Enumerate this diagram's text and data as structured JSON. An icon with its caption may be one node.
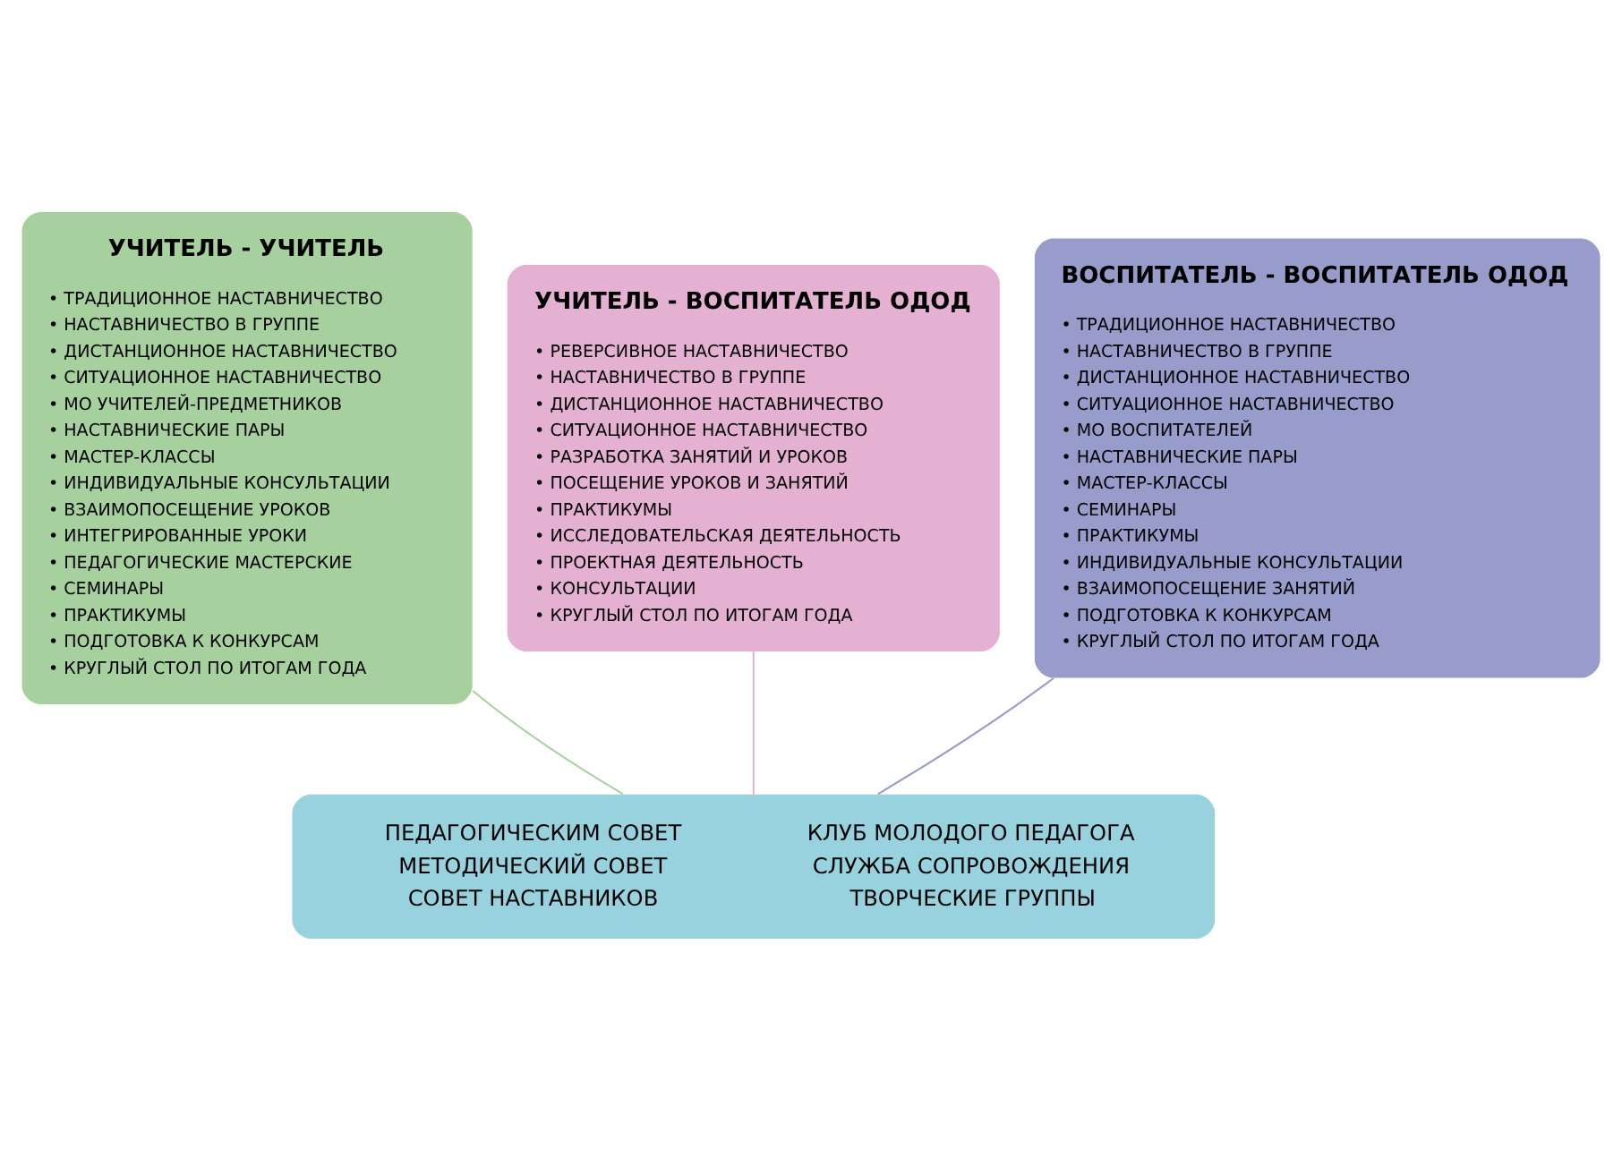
{
  "diagram": {
    "nodes": [
      {
        "text": [
          "УЧИТЕЛЬ - УЧИТЕЛЬ",
          "• ТРАДИЦИОННОЕ НАСТАВНИЧЕСТВО",
          "• НАСТАВНИЧЕСТВО В ГРУППЕ",
          "• ДИСТАНЦИОННОЕ НАСТАВНИЧЕСТВО",
          "• СИТУАЦИОННОЕ НАСТАВНИЧЕСТВО",
          "• МО УЧИТЕЛЕЙ-ПРЕДМЕТНИКОВ",
          "• НАСТАВНИЧЕСКИЕ ПАРЫ",
          "• МАСТЕР-КЛАССЫ",
          "• ИНДИВИДУАЛЬНЫЕ КОНСУЛЬТАЦИИ",
          "• ВЗАИМОПОСЕЩЕНИЕ УРОКОВ",
          "• ИНТЕГРИРОВАННЫЕ УРОКИ",
          "• ПЕДАГОГИЧЕСКИЕ МАСТЕРСКИЕ",
          "• СЕМИНАРЫ",
          "• ПРАКТИКУМЫ",
          "• ПОДГОТОВКА К КОНКУРСАМ",
          "• КРУГЛЫЙ СТОЛ ПО ИТОГАМ ГОДА"
        ]
      },
      {
        "text": [
          "УЧИТЕЛЬ - ВОСПИТАТЕЛЬ ОДОД",
          "• РЕВЕРСИВНОЕ НАСТАВНИЧЕСТВО",
          "• НАСТАВНИЧЕСТВО В ГРУППЕ",
          "• ДИСТАНЦИОННОЕ НАСТАВНИЧЕСТВО",
          "• СИТУАЦИОННОЕ НАСТАВНИЧЕСТВО",
          "• РАЗРАБОТКА ЗАНЯТИЙ И УРОКОВ",
          "• ПОСЕЩЕНИЕ УРОКОВ И ЗАНЯТИЙ",
          "• ПРАКТИКУМЫ",
          "• ИССЛЕДОВАТЕЛЬСКАЯ ДЕЯТЕЛЬНОСТЬ",
          "• ПРОЕКТНАЯ ДЕЯТЕЛЬНОСТЬ",
          "• КОНСУЛЬТАЦИИ",
          "• КРУГЛЫЙ СТОЛ ПО ИТОГАМ ГОДА"
        ]
      },
      {
        "text": [
          "ВОСПИТАТЕЛЬ - ВОСПИТАТЕЛЬ ОДОД",
          "• ТРАДИЦИОННОЕ НАСТАВНИЧЕСТВО",
          "• НАСТАВНИЧЕСТВО В ГРУППЕ",
          "• ДИСТАНЦИОННОЕ НАСТАВНИЧЕСТВО",
          "• СИТУАЦИОННОЕ НАСТАВНИЧЕСТВО",
          "• МО ВОСПИТАТЕЛЕЙ",
          "• НАСТАВНИЧЕСКИЕ ПАРЫ",
          "• МАСТЕР-КЛАССЫ",
          "• СЕМИНАРЫ",
          "• ПРАКТИКУМЫ",
          "• ИНДИВИДУАЛЬНЫЕ КОНСУЛЬТАЦИИ",
          "• ВЗАИМОПОСЕЩЕНИЕ ЗАНЯТИЙ",
          "• ПОДГОТОВКА К КОНКУРСАМ",
          "• КРУГЛЫЙ СТОЛ ПО ИТОГАМ ГОДА"
        ]
      },
      {
        "text": [
          "ПЕДАГОГИЧЕСКИМ СОВЕТ",
          "МЕТОДИЧЕСКИЙ СОВЕТ",
          "СОВЕТ НАСТАВНИКОВ",
          "КЛУБ МОЛОДОГО ПЕДАГОГА",
          "СЛУЖБА СОПРОВОЖДЕНИЯ",
          "ТВОРЧЕСКИЕ ГРУППЫ"
        ]
      }
    ],
    "edges": [
      {
        "from": 0,
        "to": 3,
        "arrow": "none",
        "color": "#a6d19e"
      },
      {
        "from": 1,
        "to": 3,
        "arrow": "none",
        "color": "#e4b1d3"
      },
      {
        "from": 2,
        "to": 3,
        "arrow": "none",
        "color": "#989ccb"
      }
    ]
  }
}
